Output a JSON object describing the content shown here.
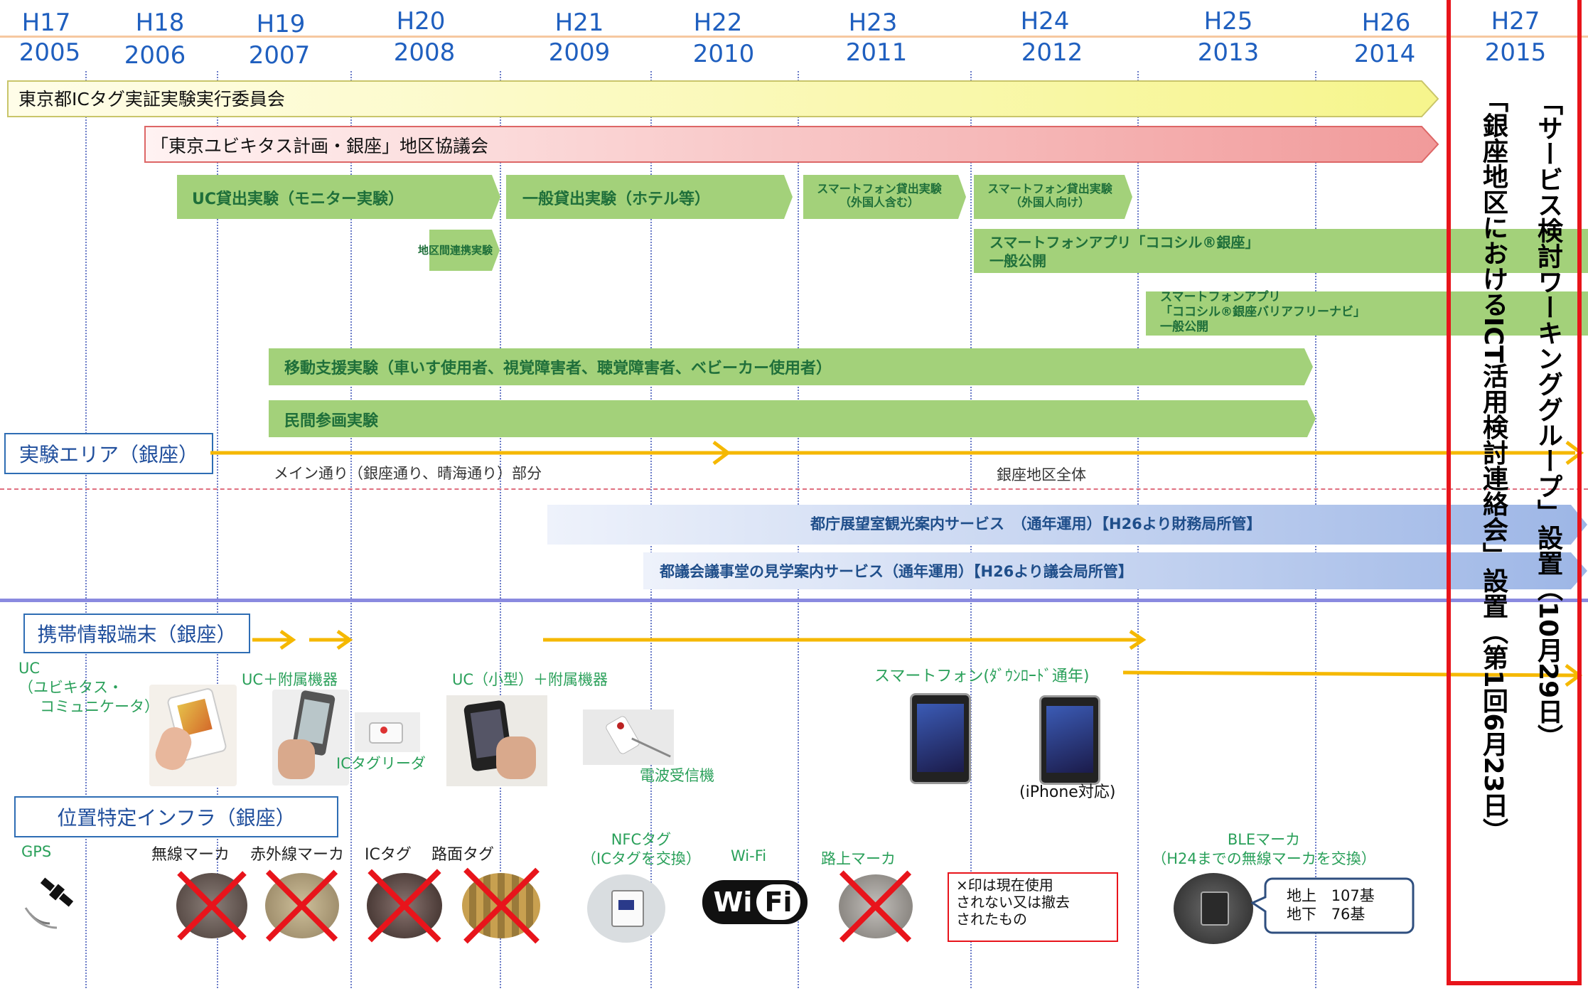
{
  "years": [
    {
      "era": "H17",
      "year": "2005"
    },
    {
      "era": "H18",
      "year": "2006"
    },
    {
      "era": "H19",
      "year": "2007"
    },
    {
      "era": "H20",
      "year": "2008"
    },
    {
      "era": "H21",
      "year": "2009"
    },
    {
      "era": "H22",
      "year": "2010"
    },
    {
      "era": "H23",
      "year": "2011"
    },
    {
      "era": "H24",
      "year": "2012"
    },
    {
      "era": "H25",
      "year": "2013"
    },
    {
      "era": "H26",
      "year": "2014"
    },
    {
      "era": "H27",
      "year": "2015"
    }
  ],
  "bars": {
    "committee": "東京都ICタグ実証実験実行委員会",
    "council": "「東京ユビキタス計画・銀座」地区協議会",
    "uc_lending": "UC貸出実験（モニター実験）",
    "general_lending": "一般貸出実験（ホテル等）",
    "sp_lending1_line1": "スマートフォン貸出実験",
    "sp_lending1_line2": "（外国人含む）",
    "sp_lending2_line1": "スマートフォン貸出実験",
    "sp_lending2_line2": "（外国人向け）",
    "inter_district": "地区間連携実験",
    "app1_line1": "スマートフォンアプリ「ココシル®銀座」",
    "app1_line2": "一般公開",
    "app2_line1": "スマートフォンアプリ",
    "app2_line2": "「ココシル®銀座バリアフリーナビ」",
    "app2_line3": "一般公開",
    "mobility": "移動支援実験（車いす使用者、視覚障害者、聴覚障害者、ベビーカー使用者）",
    "private": "民間参画実験",
    "tocho": "都庁展望室観光案内サービス　（通年運用）【H26より財務局所管】",
    "gikai": "都議会議事堂の見学案内サービス（通年運用）【H26より議会局所管】"
  },
  "area": {
    "label": "実験エリア（銀座）",
    "left_note": "メイン通り（銀座通り、晴海通り）部分",
    "right_note": "銀座地区全体"
  },
  "devices": {
    "label": "携帯情報端末（銀座）",
    "uc_line1": "UC",
    "uc_line2": "（ユビキタス・",
    "uc_line3": "コミュニケータ）",
    "uc_plus": "UC＋附属機器",
    "ic_reader": "ICタグリーダ",
    "uc_small": "UC（小型）＋附属機器",
    "radio_receiver": "電波受信機",
    "smartphone": "スマートフォン(ﾀﾞｳﾝﾛｰﾄﾞ通年)",
    "iphone": "(iPhone対応)"
  },
  "infra": {
    "label": "位置特定インフラ（銀座）",
    "gps": "GPS",
    "wireless": "無線マーカ",
    "infrared": "赤外線マーカ",
    "ictag": "ICタグ",
    "road_tag": "路面タグ",
    "nfc_line1": "NFCタグ",
    "nfc_line2": "（ICタグを交換）",
    "wifi": "Wi-Fi",
    "street_marker": "路上マーカ",
    "note_line1": "×印は現在使用",
    "note_line2": "されない又は撤去",
    "note_line3": "されたもの",
    "ble_line1": "BLEマーカ",
    "ble_line2": "（H24までの無線マーカを交換）",
    "above_label": "地上",
    "above_count": "107基",
    "below_label": "地下",
    "below_count": "76基",
    "wifi_logo_left": "Wi",
    "wifi_logo_right": "Fi"
  },
  "vertical": {
    "group": "「サービス検討ワーキンググループ」設置（10月29日）",
    "liaison": "「銀座地区におけるICT活用検討連絡会」設置（第1回6月23日）"
  },
  "colors": {
    "accent_red": "#e8141b",
    "arrow_orange": "#f5b800",
    "year_blue": "#1f5fbf",
    "green_text": "#1f6f3a"
  }
}
